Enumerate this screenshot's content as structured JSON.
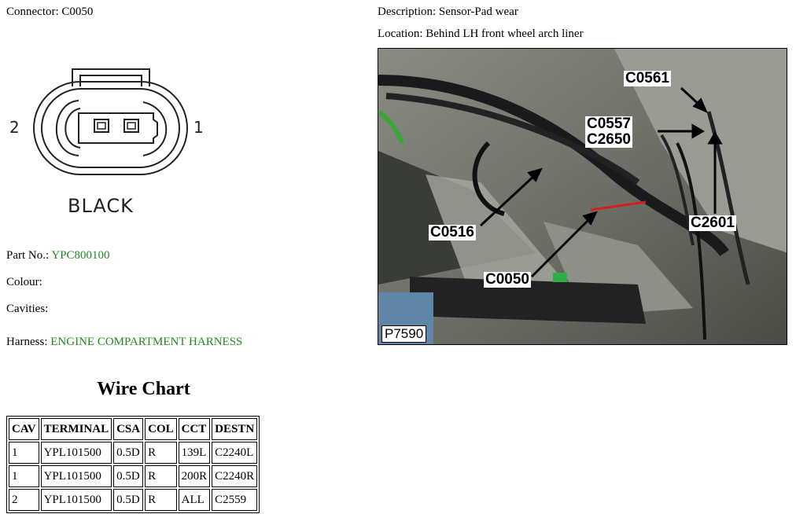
{
  "connector": {
    "label": "Connector:",
    "value": "C0050",
    "pin_left": "2",
    "pin_right": "1",
    "housing_color": "BLACK"
  },
  "description": {
    "label": "Description:",
    "value": "Sensor-Pad wear"
  },
  "location": {
    "label": "Location:",
    "value": "Behind LH front wheel arch liner"
  },
  "part_no": {
    "label": "Part No.:",
    "value": "YPC800100"
  },
  "colour": {
    "label": "Colour:",
    "value": ""
  },
  "cavities": {
    "label": "Cavities:",
    "value": ""
  },
  "harness": {
    "label": "Harness:",
    "value": "ENGINE COMPARTMENT HARNESS"
  },
  "photo": {
    "id": "P7590",
    "callouts": [
      "C0561",
      "C0557",
      "C2650",
      "C0516",
      "C2601",
      "C0050"
    ]
  },
  "wire_chart": {
    "title": "Wire Chart",
    "columns": [
      "CAV",
      "TERMINAL",
      "CSA",
      "COL",
      "CCT",
      "DESTN"
    ],
    "rows": [
      [
        "1",
        "YPL101500",
        "0.5D",
        "R",
        "139L",
        "C2240L"
      ],
      [
        "1",
        "YPL101500",
        "0.5D",
        "R",
        "200R",
        "C2240R"
      ],
      [
        "2",
        "YPL101500",
        "0.5D",
        "R",
        "ALL",
        "C2559"
      ]
    ]
  },
  "colors": {
    "value_green": "#1f8a1f"
  }
}
